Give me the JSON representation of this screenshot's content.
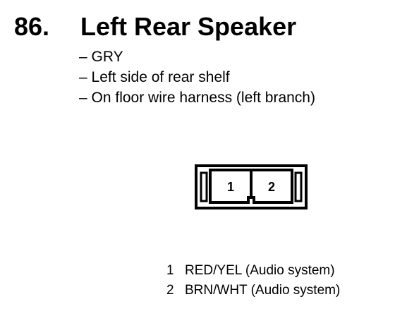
{
  "heading": {
    "number": "86.",
    "title": "Left Rear Speaker"
  },
  "details": [
    "– GRY",
    "– Left side of rear shelf",
    "– On floor wire harness (left branch)"
  ],
  "connector": {
    "terminals": [
      "1",
      "2"
    ]
  },
  "pins": [
    {
      "number": "1",
      "label": "RED/YEL (Audio system)"
    },
    {
      "number": "2",
      "label": "BRN/WHT (Audio system)"
    }
  ]
}
